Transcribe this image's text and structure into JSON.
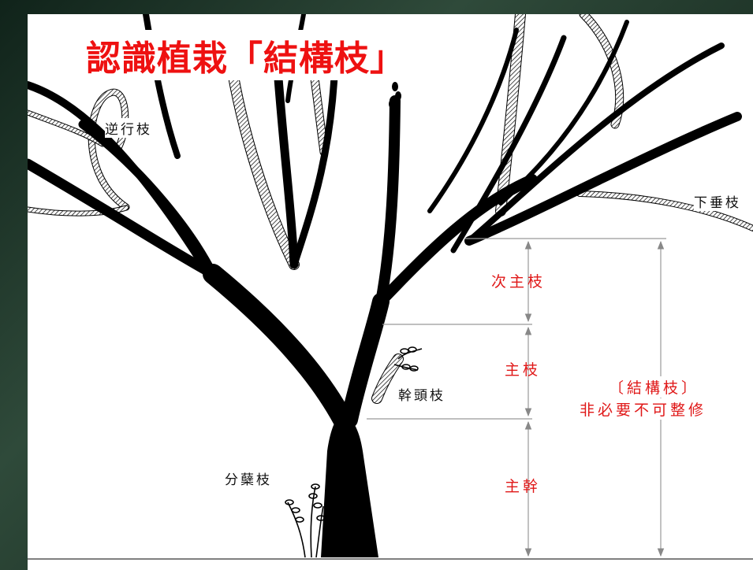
{
  "title": "認識植栽「結構枝」",
  "labels": {
    "retrograde": "逆行枝",
    "drooping": "下垂枝",
    "secondary": "次主枝",
    "main_branch": "主枝",
    "trunk": "主幹",
    "trunk_head": "幹頭枝",
    "tiller": "分蘖枝",
    "structure_title": "〔結構枝〕",
    "structure_note": "非必要不可整修"
  },
  "colors": {
    "annotation": "#e01818",
    "tree": "#000000",
    "dimension_line": "#999999"
  }
}
